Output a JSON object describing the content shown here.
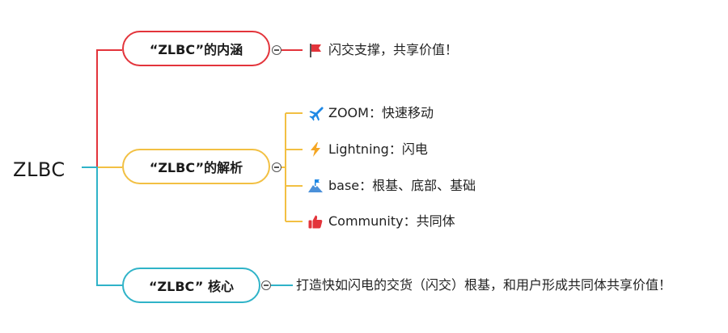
{
  "root": {
    "label": "ZLBC"
  },
  "colors": {
    "red": "#e3343b",
    "yellow": "#f2c043",
    "blue": "#2fb3c8"
  },
  "branches": [
    {
      "label": "“ZLBC”的内涵",
      "children": [
        {
          "icon": "red-flag-icon",
          "text": "闪交支撑，共享价值！"
        }
      ]
    },
    {
      "label": "“ZLBC”的解析",
      "children": [
        {
          "icon": "airplane-icon",
          "text": "ZOOM：快速移动"
        },
        {
          "icon": "lightning-icon",
          "text": "Lightning：闪电"
        },
        {
          "icon": "mountain-flag-icon",
          "text": "base：根基、底部、基础"
        },
        {
          "icon": "thumbs-up-icon",
          "text": "Community：共同体"
        }
      ]
    },
    {
      "label": "“ZLBC” 核心",
      "children": [
        {
          "icon": "",
          "text": "打造快如闪电的交货（闪交）根基，和用户形成共同体共享价值！"
        }
      ]
    }
  ]
}
